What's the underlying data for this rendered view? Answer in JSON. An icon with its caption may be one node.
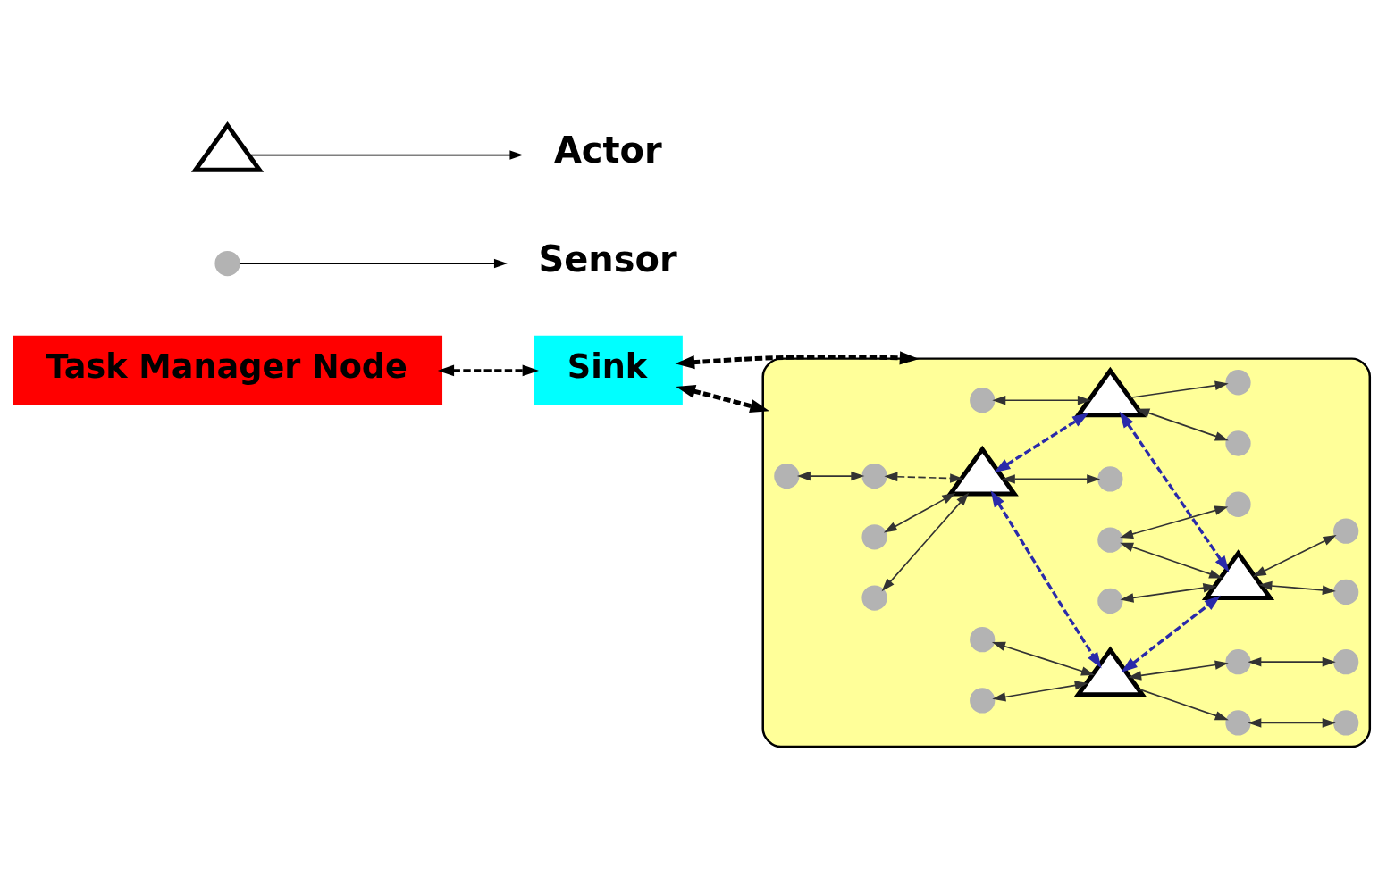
{
  "diagram": {
    "nodes": [
      {
        "text": [
          "Task Manager Node"
        ]
      },
      {
        "text": [
          "Sink"
        ]
      },
      {
        "text": [],
        "shape": "cloud"
      },
      {
        "text": [],
        "shape": "triangle",
        "in": 2
      },
      {
        "text": [],
        "shape": "triangle",
        "in": 2
      },
      {
        "text": [],
        "shape": "triangle",
        "in": 2
      },
      {
        "text": [],
        "shape": "triangle",
        "in": 2
      },
      {
        "text": [],
        "shape": "circle",
        "in": 2
      },
      {
        "text": [],
        "shape": "circle",
        "in": 2
      },
      {
        "text": [],
        "shape": "circle",
        "in": 2
      },
      {
        "text": [],
        "shape": "circle",
        "in": 2
      },
      {
        "text": [],
        "shape": "circle",
        "in": 2
      },
      {
        "text": [],
        "shape": "circle",
        "in": 2
      },
      {
        "text": [],
        "shape": "circle",
        "in": 2
      },
      {
        "text": [],
        "shape": "circle",
        "in": 2
      },
      {
        "text": [],
        "shape": "circle",
        "in": 2
      },
      {
        "text": [],
        "shape": "circle",
        "in": 2
      },
      {
        "text": [],
        "shape": "circle",
        "in": 2
      },
      {
        "text": [],
        "shape": "circle",
        "in": 2
      },
      {
        "text": [],
        "shape": "circle",
        "in": 2
      },
      {
        "text": [],
        "shape": "circle",
        "in": 2
      },
      {
        "text": [],
        "shape": "circle",
        "in": 2
      },
      {
        "text": [],
        "shape": "circle",
        "in": 2
      },
      {
        "text": [],
        "shape": "circle",
        "in": 2
      },
      {
        "text": [],
        "shape": "circle",
        "in": 2
      },
      {
        "text": [],
        "shape": "circle",
        "in": 2
      },
      {
        "text": [],
        "shape": "circle"
      },
      {
        "text": [
          "Sensor"
        ]
      },
      {
        "text": [],
        "shape": "triangle"
      },
      {
        "text": [
          "Actor"
        ]
      }
    ],
    "edges": [
      {
        "from": 0,
        "to": 1,
        "arrow": "both",
        "style": "dashed",
        "color": "#000000"
      },
      {
        "from": 1,
        "to": 2,
        "arrow": "both",
        "style": "dashed",
        "color": "#000000"
      },
      {
        "from": 1,
        "to": 2,
        "arrow": "both",
        "style": "dashed",
        "color": "#000000"
      },
      {
        "from": 4,
        "to": 3,
        "arrow": "both",
        "style": "dashed",
        "color": "#2a2aaa"
      },
      {
        "from": 3,
        "to": 5,
        "arrow": "both",
        "style": "dashed",
        "color": "#2a2aaa"
      },
      {
        "from": 4,
        "to": 6,
        "arrow": "both",
        "style": "dashed",
        "color": "#2a2aaa"
      },
      {
        "from": 6,
        "to": 5,
        "arrow": "both",
        "style": "dashed",
        "color": "#2a2aaa"
      },
      {
        "from": 7,
        "to": 3,
        "arrow": "both"
      },
      {
        "from": 3,
        "to": 12,
        "arrow": "to"
      },
      {
        "from": 3,
        "to": 11,
        "arrow": "both"
      },
      {
        "from": 9,
        "to": 4,
        "arrow": "both"
      },
      {
        "from": 4,
        "to": 8,
        "arrow": "both"
      },
      {
        "from": 10,
        "to": 4,
        "arrow": "both"
      },
      {
        "from": 14,
        "to": 4,
        "arrow": "both",
        "style": "dashed"
      },
      {
        "from": 13,
        "to": 14,
        "arrow": "both"
      },
      {
        "from": 16,
        "to": 5,
        "arrow": "both"
      },
      {
        "from": 15,
        "to": 5,
        "arrow": "both"
      },
      {
        "from": 15,
        "to": 17,
        "arrow": "both"
      },
      {
        "from": 5,
        "to": 20,
        "arrow": "both"
      },
      {
        "from": 5,
        "to": 22,
        "arrow": "both"
      },
      {
        "from": 18,
        "to": 6,
        "arrow": "both"
      },
      {
        "from": 19,
        "to": 6,
        "arrow": "both"
      },
      {
        "from": 6,
        "to": 21,
        "arrow": "both"
      },
      {
        "from": 6,
        "to": 23,
        "arrow": "to"
      },
      {
        "from": 21,
        "to": 24,
        "arrow": "both"
      },
      {
        "from": 23,
        "to": 25,
        "arrow": "both"
      },
      {
        "from": 26,
        "to": 27,
        "arrow": "to",
        "color": "#000000"
      },
      {
        "from": 28,
        "to": 29,
        "arrow": "to",
        "color": "#000000"
      }
    ]
  }
}
